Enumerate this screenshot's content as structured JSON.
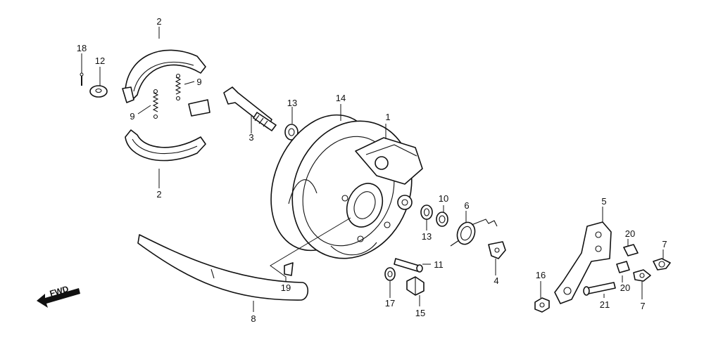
{
  "labels": {
    "l1": "1",
    "l2a": "2",
    "l2b": "2",
    "l3": "3",
    "l4": "4",
    "l5": "5",
    "l6": "6",
    "l7a": "7",
    "l7b": "7",
    "l8": "8",
    "l9a": "9",
    "l9b": "9",
    "l10": "10",
    "l11": "11",
    "l12": "12",
    "l13a": "13",
    "l13b": "13",
    "l14": "14",
    "l15": "15",
    "l16": "16",
    "l17": "17",
    "l18": "18",
    "l19": "19",
    "l20a": "20",
    "l20b": "20",
    "l21": "21"
  },
  "fwd_label": "FWD"
}
